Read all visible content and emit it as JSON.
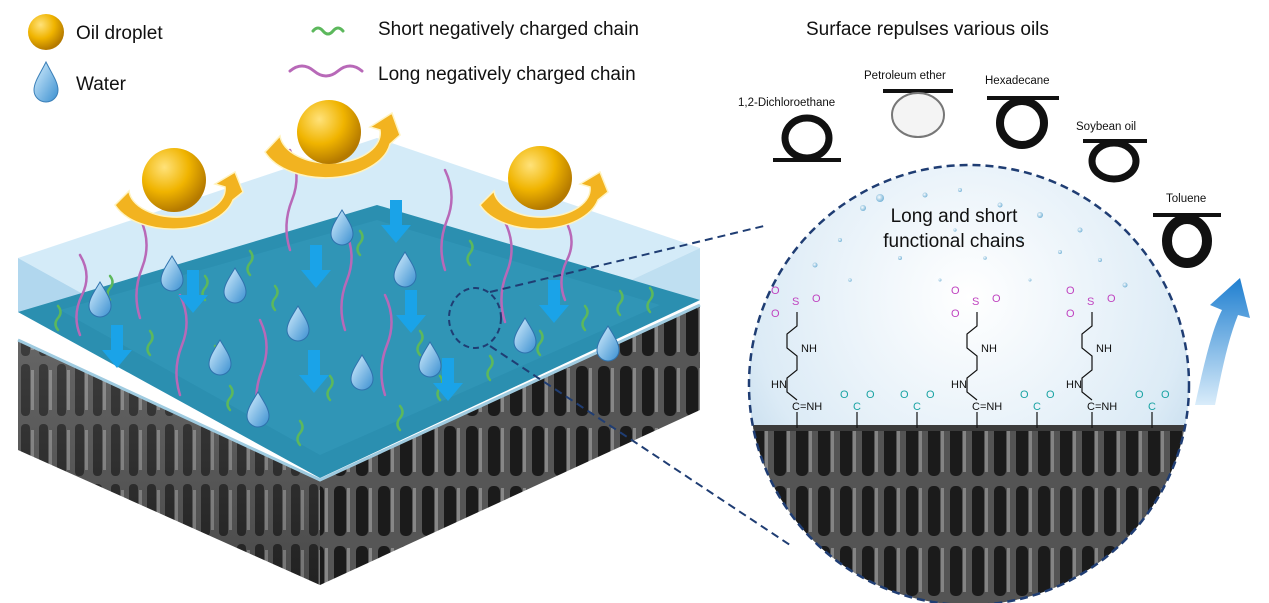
{
  "legend": {
    "oil_droplet": "Oil droplet",
    "water": "Water",
    "short_chain": "Short negatively charged chain",
    "long_chain": "Long negatively charged chain"
  },
  "right_panel": {
    "title": "Surface repulses various oils",
    "oils": [
      "1,2-Dichloroethane",
      "Petroleum ether",
      "Hexadecane",
      "Soybean oil",
      "Toluene"
    ]
  },
  "inset": {
    "title_line1": "Long and short",
    "title_line2": "functional chains",
    "sulfonate": {
      "S": "S",
      "O": "O",
      "O_minus": "O"
    },
    "carboxyl": {
      "C": "C",
      "O": "O"
    },
    "nh": "NH",
    "hn": "HN",
    "guanidine": "C=NH"
  },
  "colors": {
    "oil": "#e8a800",
    "water_arrow": "#1aa3e8",
    "short_chain": "#5cb85c",
    "long_chain": "#b869b8",
    "membrane_water": "#2b8fb0",
    "inset_border": "#1f3d73",
    "sulfonate": "#c044c0",
    "carboxyl": "#1aa3a3"
  }
}
